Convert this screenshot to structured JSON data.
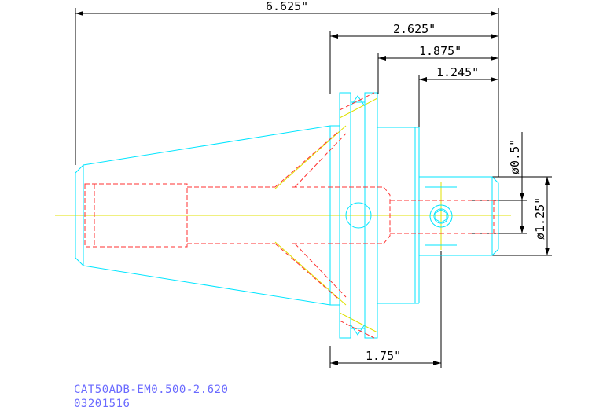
{
  "dimensions": {
    "overall_length": "6.625\"",
    "flange_to_end": "2.625\"",
    "body_length": "1.875\"",
    "nose_length": "1.245\"",
    "flange_to_setscrew": "1.75\"",
    "bore_diameter": "ø0.5\"",
    "nose_diameter": "ø1.25\""
  },
  "title_block": {
    "part_number": "CAT50ADB-EM0.500-2.620",
    "code": "03201516"
  },
  "colors": {
    "outline": "#00e5ff",
    "hidden": "#ff3030",
    "centerline": "#e0e000",
    "dimension": "#000000",
    "caption": "#6a6aff"
  }
}
